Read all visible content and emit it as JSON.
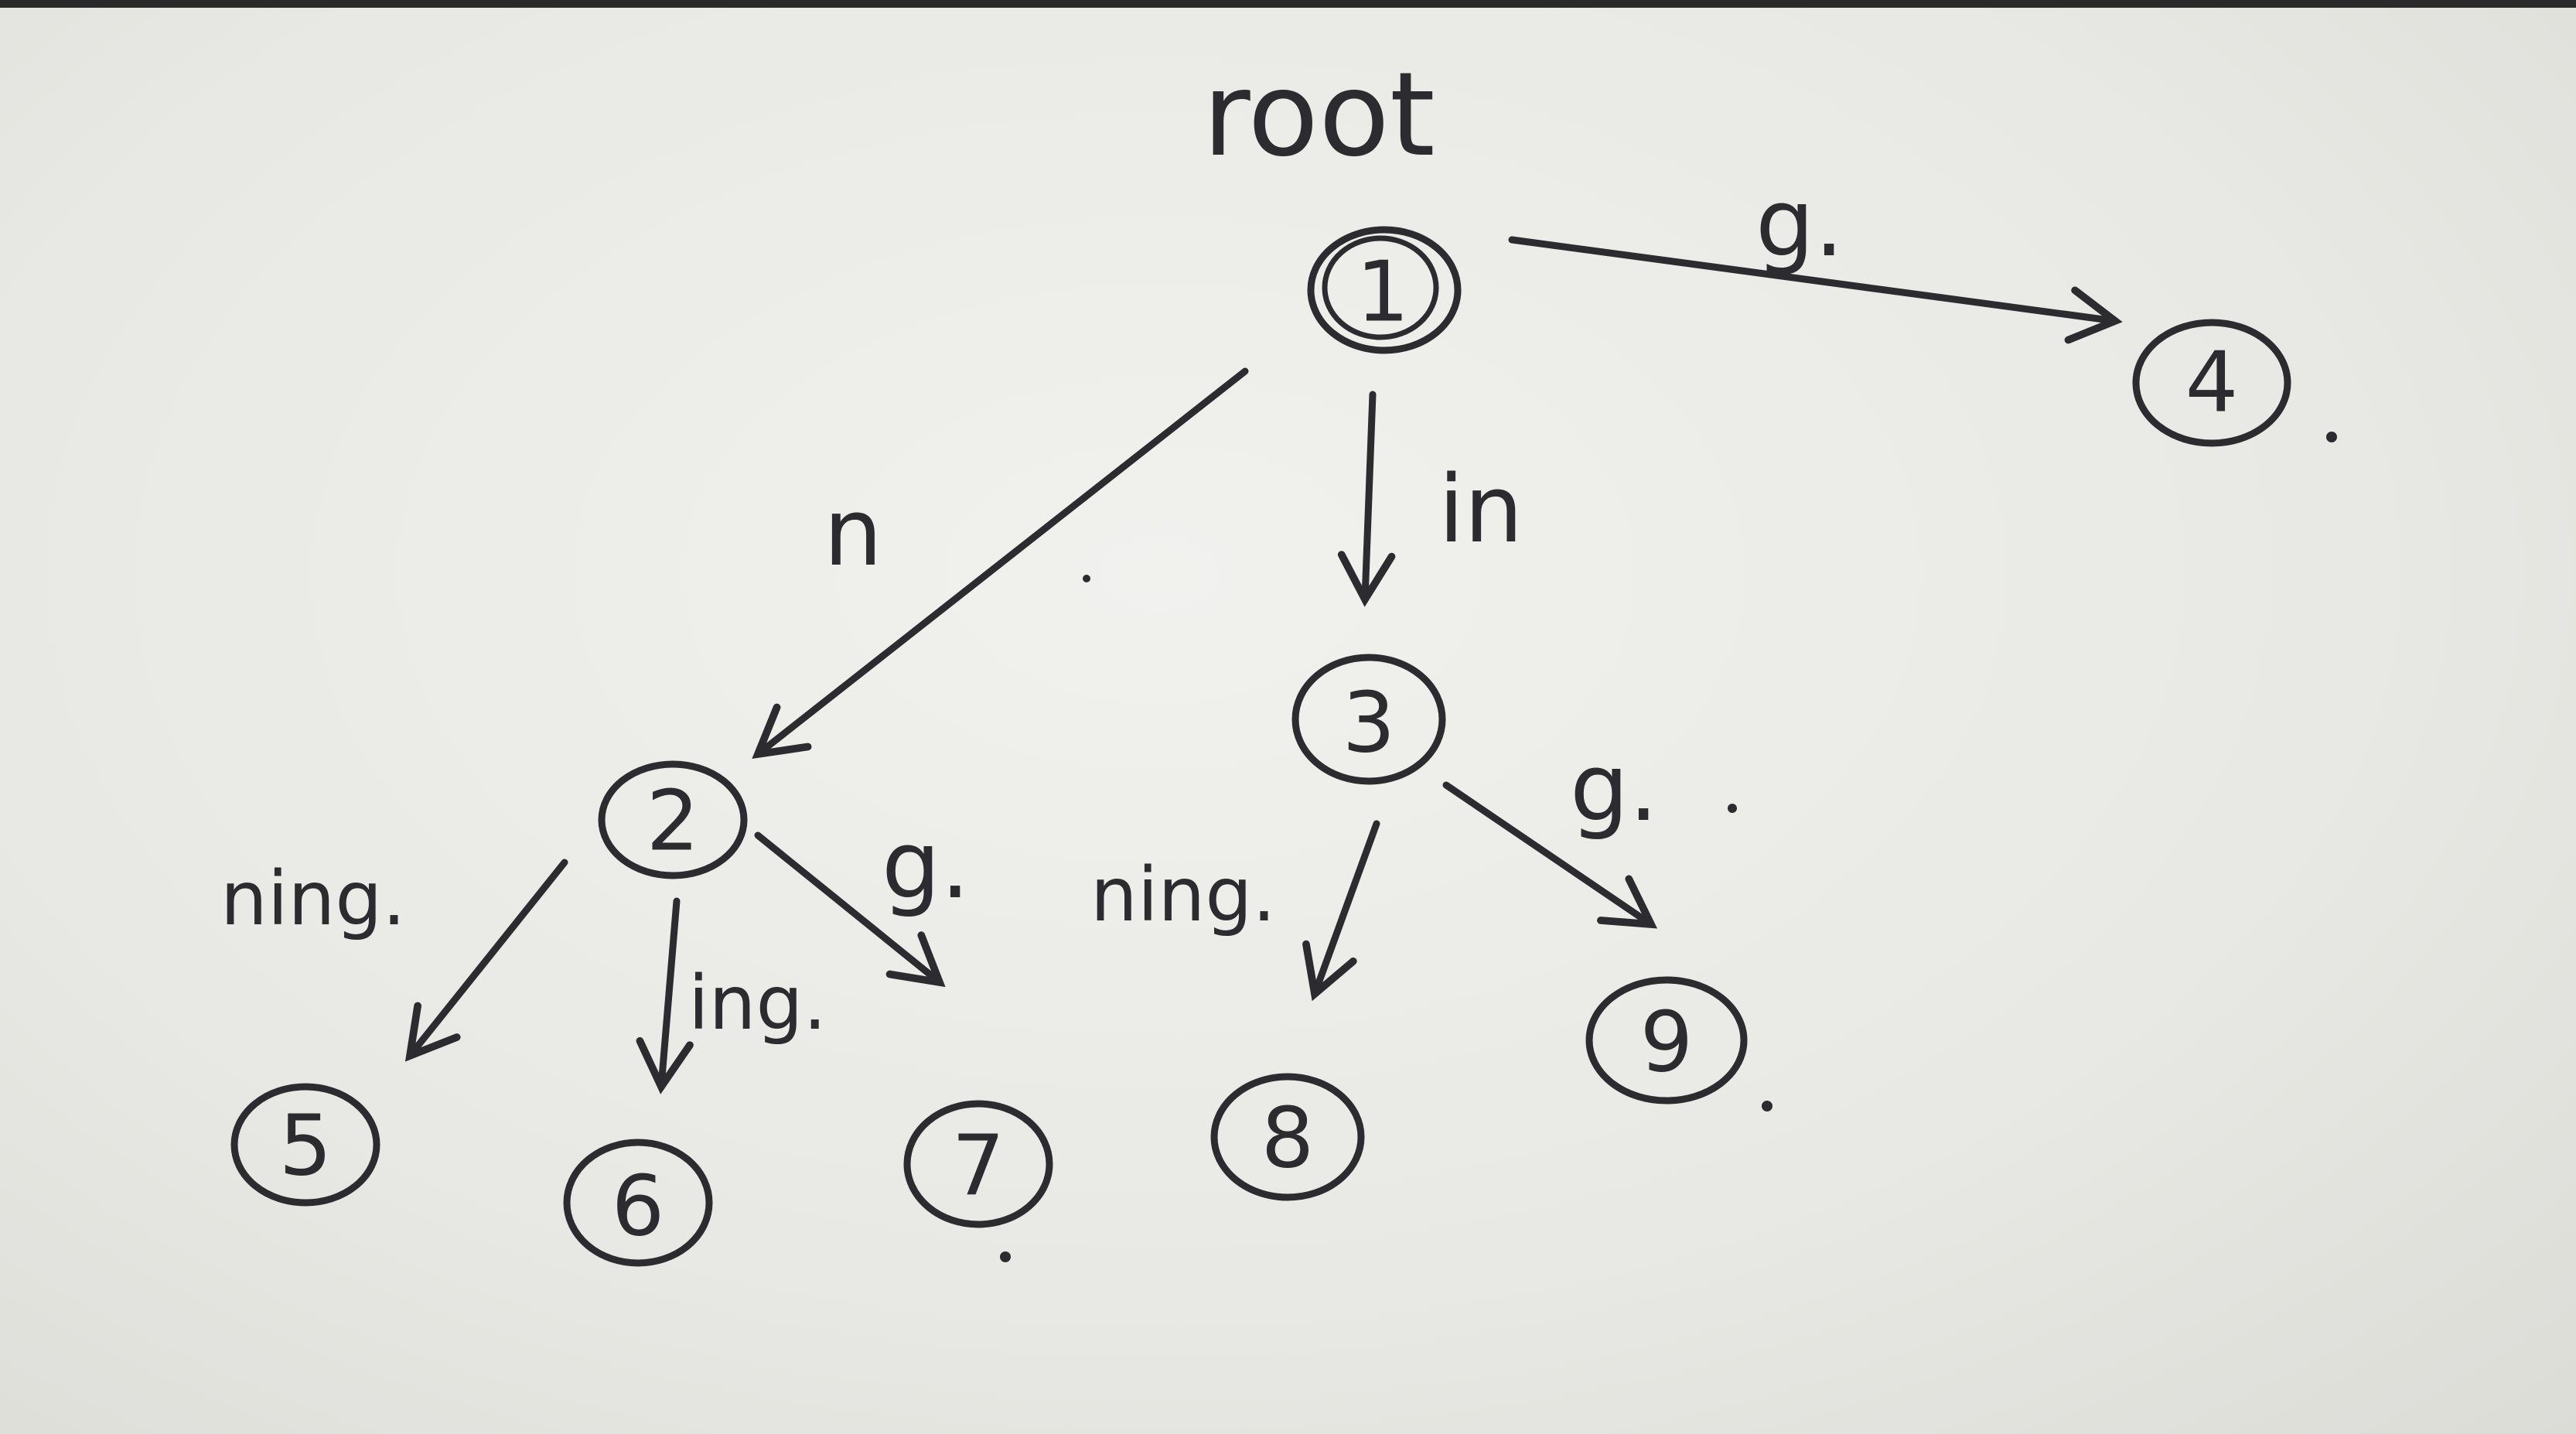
{
  "diagram": {
    "root_label": "root",
    "nodes": [
      {
        "id": "1",
        "label": "1",
        "terminal": false
      },
      {
        "id": "2",
        "label": "2",
        "terminal": false
      },
      {
        "id": "3",
        "label": "3",
        "terminal": false
      },
      {
        "id": "4",
        "label": "4",
        "terminal": true
      },
      {
        "id": "5",
        "label": "5",
        "terminal": false
      },
      {
        "id": "6",
        "label": "6",
        "terminal": false
      },
      {
        "id": "7",
        "label": "7",
        "terminal": true
      },
      {
        "id": "8",
        "label": "8",
        "terminal": false
      },
      {
        "id": "9",
        "label": "9",
        "terminal": true
      }
    ],
    "edges": [
      {
        "from": "1",
        "to": "4",
        "label": "g."
      },
      {
        "from": "1",
        "to": "2",
        "label": "n"
      },
      {
        "from": "1",
        "to": "3",
        "label": "in"
      },
      {
        "from": "2",
        "to": "5",
        "label": "ning."
      },
      {
        "from": "2",
        "to": "6",
        "label": "ing."
      },
      {
        "from": "2",
        "to": "7",
        "label": "g."
      },
      {
        "from": "3",
        "to": "8",
        "label": "ning."
      },
      {
        "from": "3",
        "to": "9",
        "label": "g."
      }
    ],
    "colors": {
      "ink": "#2b2b30",
      "paper": "#ececE8"
    }
  }
}
